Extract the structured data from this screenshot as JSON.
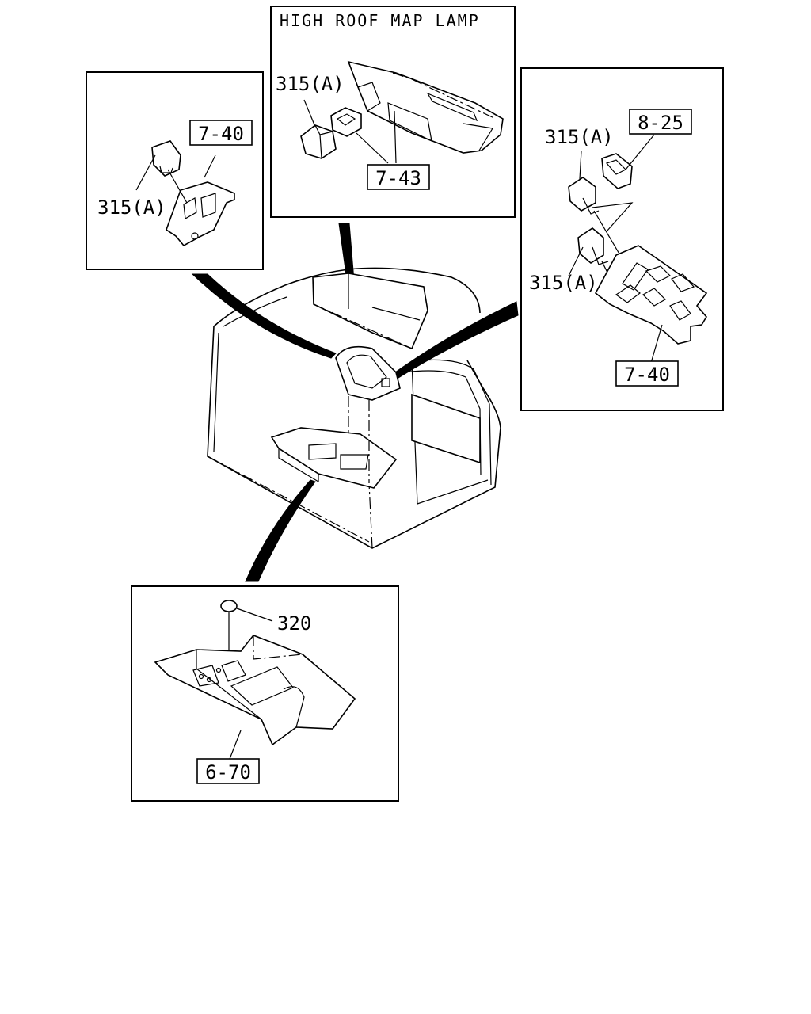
{
  "panels": {
    "top_center": {
      "title": "HIGH ROOF MAP LAMP",
      "part_label": "315(A)",
      "ref_label": "7-43"
    },
    "top_left": {
      "part_label": "315(A)",
      "ref_label": "7-40"
    },
    "right": {
      "part_label_upper": "315(A)",
      "part_label_lower": "315(A)",
      "ref_label_top": "8-25",
      "ref_label_bottom": "7-40"
    },
    "bottom": {
      "part_label": "320",
      "ref_label": "6-70"
    }
  }
}
